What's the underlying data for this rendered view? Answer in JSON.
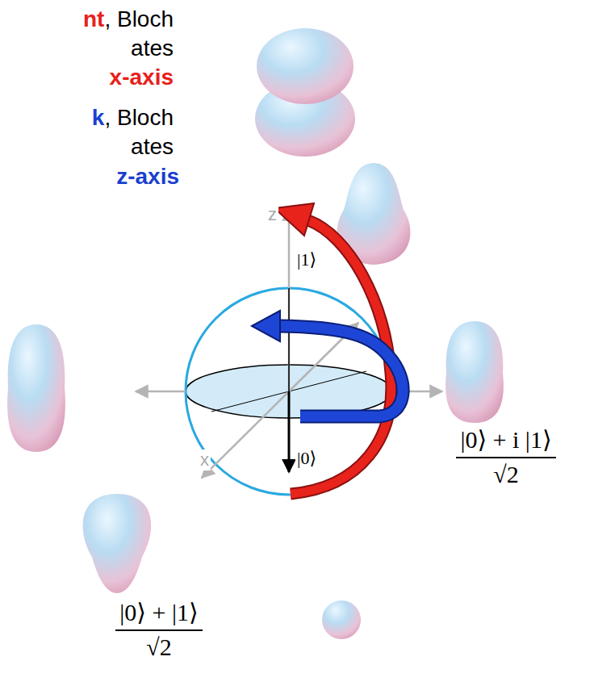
{
  "diagram": {
    "labels": [
      "nt",
      ", Bloch",
      "ates",
      "x-axis",
      "k",
      ", Bloch",
      "ates",
      "z-axis",
      "z",
      "|1⟩",
      "x",
      "|0⟩",
      "|0⟩ + i |1⟩",
      "√2",
      "|0⟩ + |1⟩",
      "√2"
    ]
  }
}
